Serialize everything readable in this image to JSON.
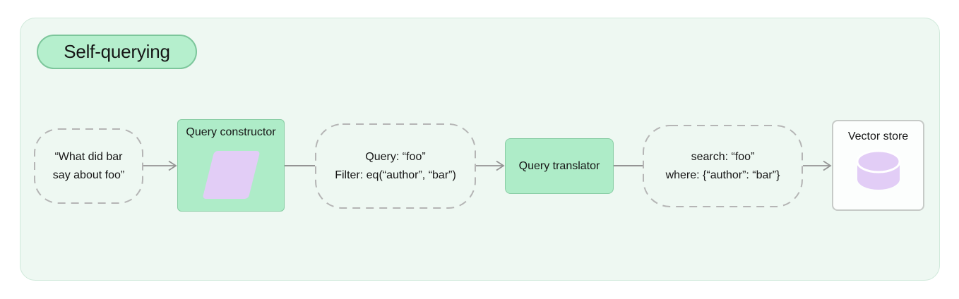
{
  "title": {
    "label": "Self-querying"
  },
  "nodes": {
    "user_query": {
      "line1": "“What did bar",
      "line2": "say about foo”"
    },
    "query_constructor": {
      "label": "Query constructor",
      "icon": "parallelogram-icon"
    },
    "constructed_query": {
      "line1": "Query: “foo”",
      "line2": "Filter: eq(“author”, “bar”)"
    },
    "query_translator": {
      "label": "Query translator"
    },
    "translated_query": {
      "line1": "search: “foo”",
      "line2": "where: {“author”: “bar”}"
    },
    "vector_store": {
      "label": "Vector store",
      "icon": "database-icon"
    }
  },
  "colors": {
    "container-bg": "#eef8f2",
    "container-border": "#cfe9da",
    "title-fill": "#b5efcd",
    "title-border": "#7cc69b",
    "green-fill": "#aeecc8",
    "green-border": "#88cda4",
    "dashed-border": "#b5b5b5",
    "line": "#949494",
    "purple": "#e2cdf6",
    "vector-bg": "#fcfefd",
    "vector-border": "#c6cac7",
    "text": "#161616"
  }
}
